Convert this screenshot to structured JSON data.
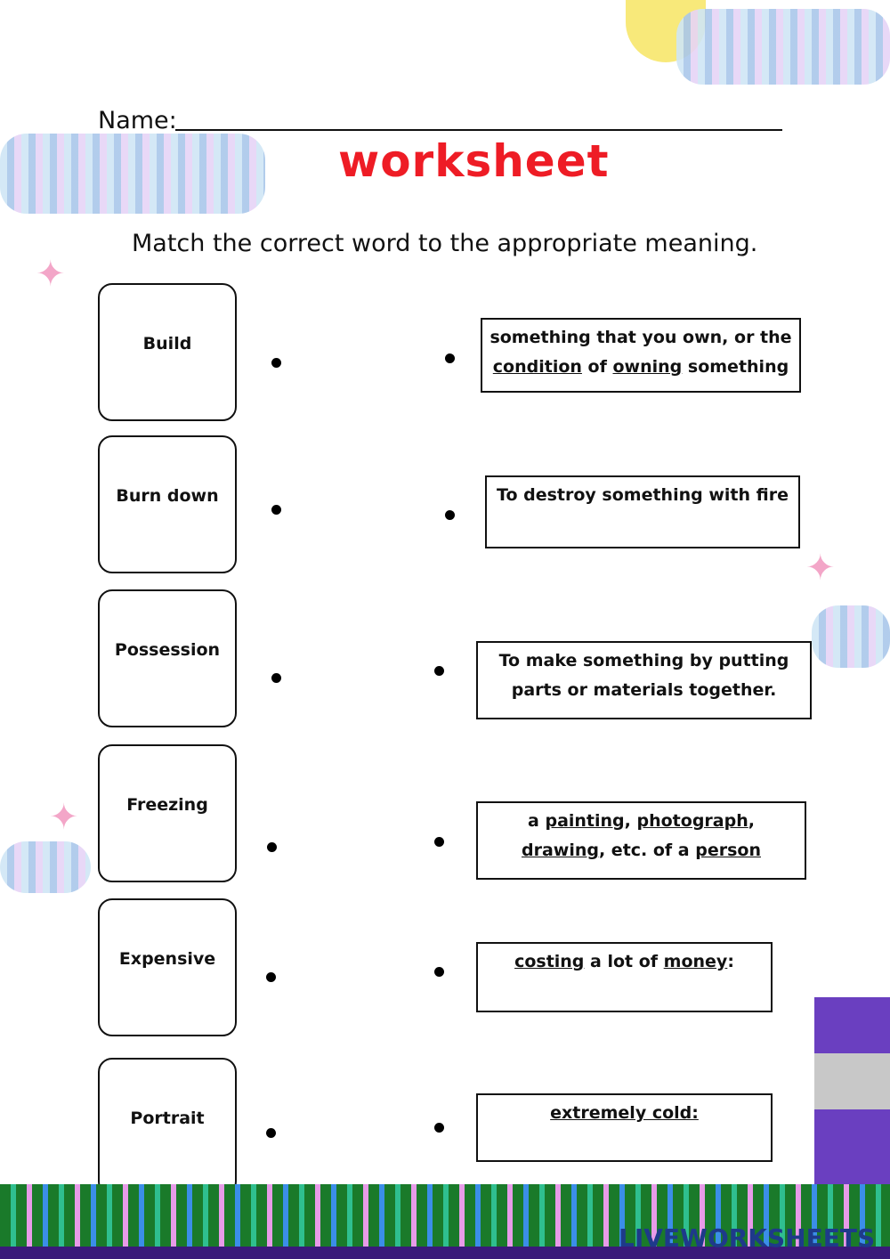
{
  "header": {
    "name_label": "Name:",
    "title": "worksheet",
    "instruction": "Match the correct word to the appropriate meaning."
  },
  "words": [
    "Build",
    "Burn down",
    "Possession",
    "Freezing",
    "Expensive",
    "Portrait"
  ],
  "definitions": [
    [
      {
        "t": "something that you own, or the "
      },
      {
        "t": "condition",
        "u": true
      },
      {
        "t": " of "
      },
      {
        "t": "owning",
        "u": true
      },
      {
        "t": " something"
      }
    ],
    [
      {
        "t": "To destroy something with fire"
      }
    ],
    [
      {
        "t": "To make something by putting parts or materials together."
      }
    ],
    [
      {
        "t": "a "
      },
      {
        "t": "painting",
        "u": true
      },
      {
        "t": ", "
      },
      {
        "t": "photograph",
        "u": true
      },
      {
        "t": ", "
      },
      {
        "t": "drawing",
        "u": true
      },
      {
        "t": ", etc. of a "
      },
      {
        "t": "person",
        "u": true
      }
    ],
    [
      {
        "t": "costing",
        "u": true
      },
      {
        "t": " a lot of "
      },
      {
        "t": "money",
        "u": true
      },
      {
        "t": ":"
      }
    ],
    [
      {
        "t": "extremely cold:",
        "u": true
      }
    ]
  ],
  "footer": {
    "logo": "LIVEWORKSHEETS"
  },
  "colors": {
    "title": "#ee1c25"
  }
}
